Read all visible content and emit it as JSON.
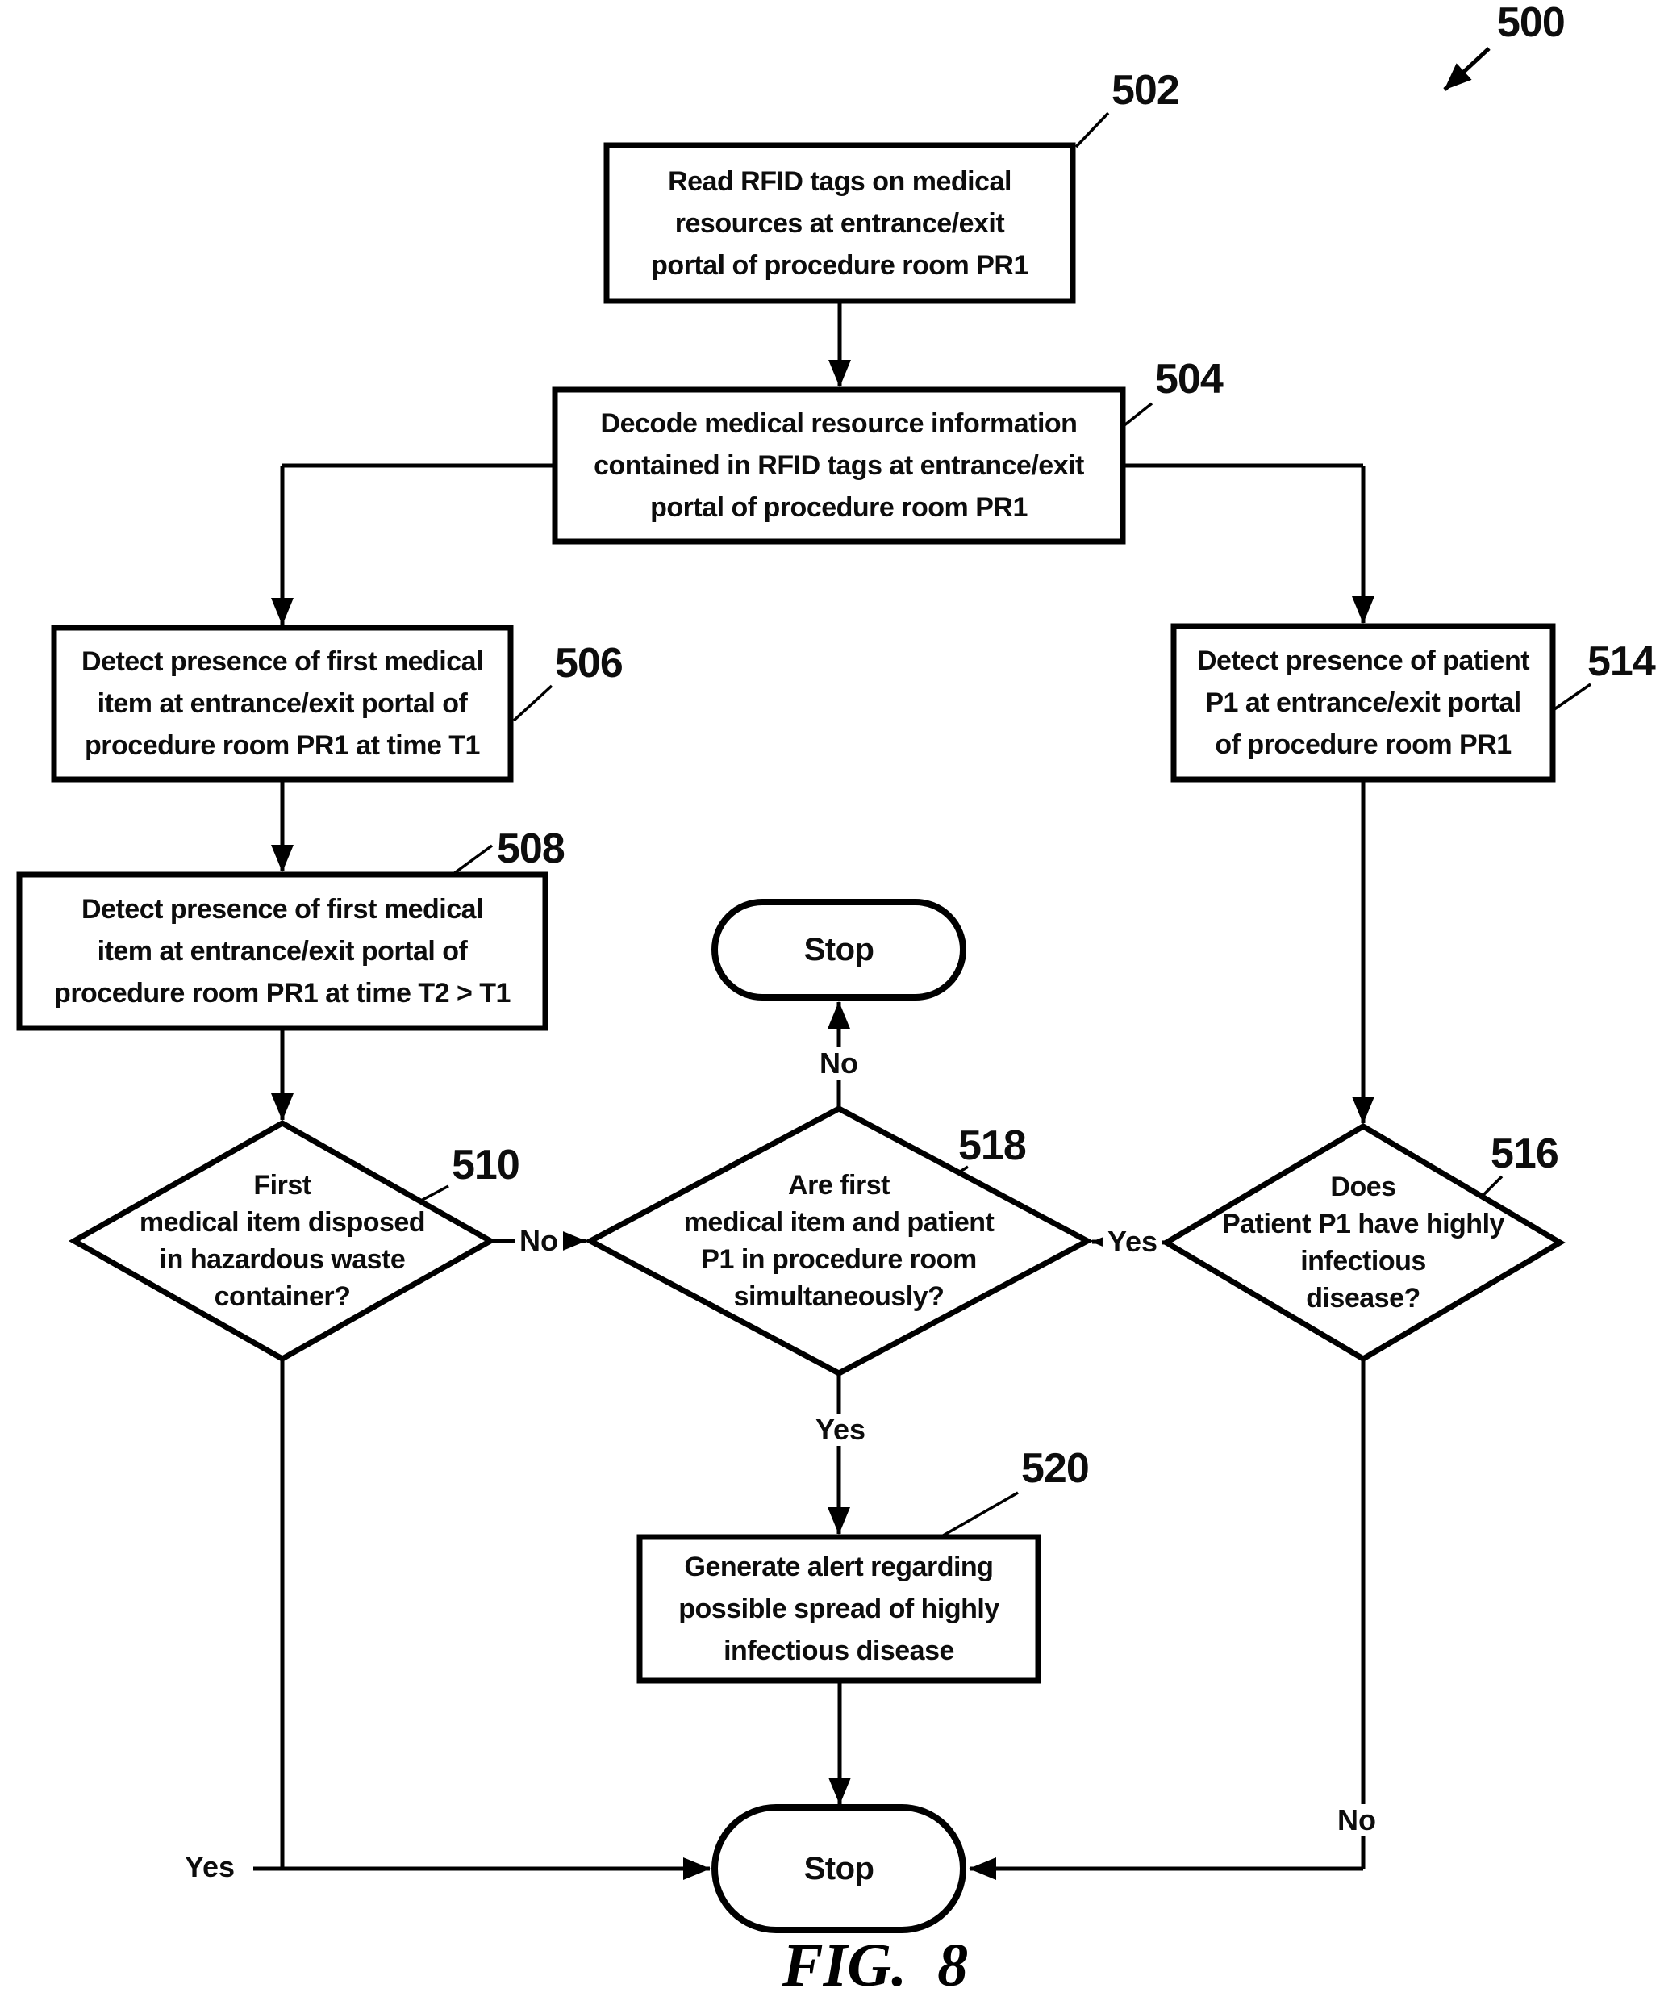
{
  "figure": {
    "ref": "500",
    "caption": "FIG.  8"
  },
  "nodes": {
    "n502": {
      "ref": "502",
      "text": "Read RFID tags on medical\nresources at entrance/exit\nportal of procedure room PR1"
    },
    "n504": {
      "ref": "504",
      "text": "Decode medical resource information\ncontained in RFID tags at entrance/exit\nportal of procedure room PR1"
    },
    "n506": {
      "ref": "506",
      "text": "Detect presence of first medical\nitem at entrance/exit portal of\nprocedure room PR1 at time T1"
    },
    "n508": {
      "ref": "508",
      "text": "Detect presence of first medical\nitem at entrance/exit portal of\nprocedure room PR1 at time T2 > T1"
    },
    "n510": {
      "ref": "510",
      "text": "First\nmedical item disposed\nin hazardous waste\ncontainer?"
    },
    "n514": {
      "ref": "514",
      "text": "Detect presence of patient\nP1 at entrance/exit portal\nof procedure room PR1"
    },
    "n516": {
      "ref": "516",
      "text": "Does\nPatient P1 have highly\ninfectious\ndisease?"
    },
    "n518": {
      "ref": "518",
      "text": "Are first\nmedical item and patient\nP1 in procedure room\nsimultaneously?"
    },
    "n520": {
      "ref": "520",
      "text": "Generate alert regarding\npossible spread of highly\ninfectious disease"
    },
    "stop_top": {
      "text": "Stop"
    },
    "stop_bottom": {
      "text": "Stop"
    }
  },
  "edges": {
    "no_510_to_518": "No",
    "yes_516_to_518": "Yes",
    "no_518_to_stop": "No",
    "yes_518_to_520": "Yes",
    "yes_510_to_stop": "Yes",
    "no_516_to_stop": "No"
  },
  "colors": {
    "line": "#000000",
    "text": "#0d0d0d",
    "background": "#ffffff"
  }
}
